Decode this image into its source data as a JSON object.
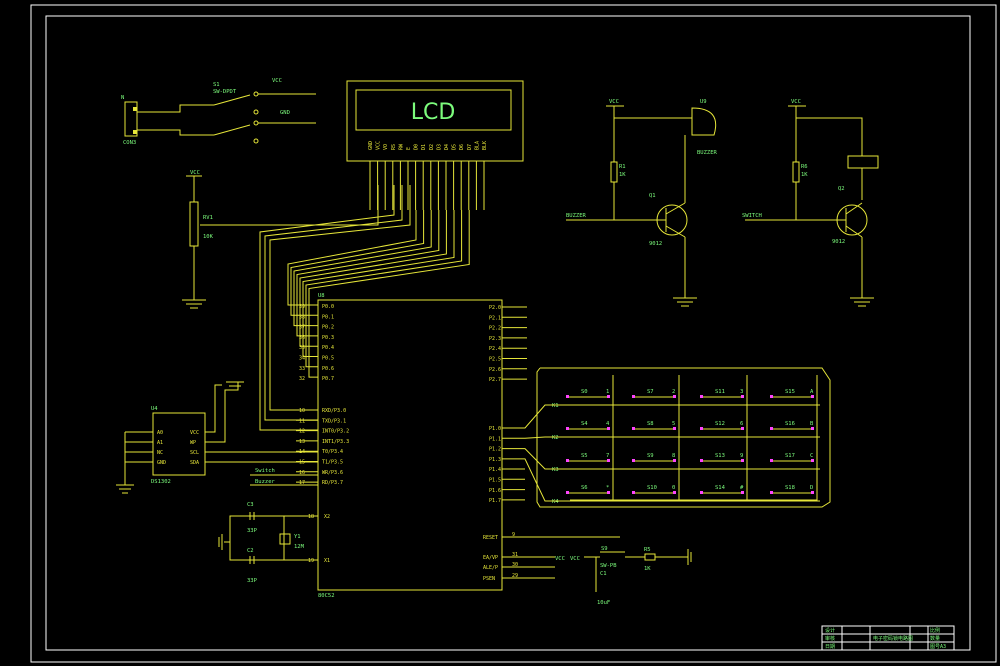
{
  "lcd": {
    "text": "LCD",
    "pins": [
      "GND",
      "VCC",
      "VO",
      "RS",
      "RW",
      "E",
      "D0",
      "D1",
      "D2",
      "D3",
      "D4",
      "D5",
      "D6",
      "D7",
      "BLA",
      "BLK"
    ]
  },
  "power": {
    "conn_ref": "N",
    "conn_name": "CON3",
    "switch_ref": "S1",
    "switch_name": "SW-DPDT",
    "vcc": "VCC",
    "gnd": "GND"
  },
  "pot": {
    "vcc": "VCC",
    "ref": "RV1",
    "value": "10K"
  },
  "mcu": {
    "ref": "U8",
    "name": "80C52",
    "p0_pins": [
      {
        "num": "39",
        "name": "P0.0"
      },
      {
        "num": "38",
        "name": "P0.1"
      },
      {
        "num": "37",
        "name": "P0.2"
      },
      {
        "num": "36",
        "name": "P0.3"
      },
      {
        "num": "35",
        "name": "P0.4"
      },
      {
        "num": "34",
        "name": "P0.5"
      },
      {
        "num": "33",
        "name": "P0.6"
      },
      {
        "num": "32",
        "name": "P0.7"
      }
    ],
    "p3_pins": [
      {
        "num": "10",
        "name": "RXD/P3.0"
      },
      {
        "num": "11",
        "name": "TXD/P3.1"
      },
      {
        "num": "12",
        "name": "INT0/P3.2"
      },
      {
        "num": "13",
        "name": "INT1/P3.3"
      },
      {
        "num": "14",
        "name": "T0/P3.4"
      },
      {
        "num": "15",
        "name": "T1/P3.5"
      },
      {
        "num": "16",
        "name": "WR/P3.6"
      },
      {
        "num": "17",
        "name": "RD/P3.7"
      }
    ],
    "p2_pins": [
      "P2.0",
      "P2.1",
      "P2.2",
      "P2.3",
      "P2.4",
      "P2.5",
      "P2.6",
      "P2.7"
    ],
    "p1_pins": [
      "P1.0",
      "P1.1",
      "P1.2",
      "P1.3",
      "P1.4",
      "P1.5",
      "P1.6",
      "P1.7"
    ],
    "xtal_pins": [
      {
        "num": "18",
        "name": "X2"
      },
      {
        "num": "19",
        "name": "X1"
      }
    ],
    "right_pins": [
      {
        "num": "9",
        "name": "RESET"
      },
      {
        "num": "31",
        "name": "EA/VP"
      },
      {
        "num": "30",
        "name": "ALE/P"
      },
      {
        "num": "29",
        "name": "PSEN"
      }
    ],
    "net_labels": [
      "Switch",
      "Buzzer"
    ]
  },
  "rtc": {
    "ref": "U4",
    "name": "DS1302",
    "left_pins": [
      "A0",
      "A1",
      "NC",
      "GND"
    ],
    "right_pins": [
      "VCC",
      "WP",
      "SCL",
      "SDA"
    ]
  },
  "crystal": {
    "c3": "C3",
    "c3_val": "33P",
    "c2": "C2",
    "c2_val": "33P",
    "y1": "Y1",
    "y1_val": "12M"
  },
  "reset": {
    "vcc": "VCC",
    "sw": "S9",
    "sw_name": "SW-PB",
    "r": "R5",
    "r_val": "1K",
    "c": "C1",
    "c_val": "10uF"
  },
  "buzzer": {
    "vcc": "VCC",
    "buzz_ref": "U9",
    "buzz_name": "BUZZER",
    "r": "R1",
    "r_val": "1K",
    "q": "Q1",
    "q_name": "9012",
    "net": "BUZZER"
  },
  "relay": {
    "vcc": "VCC",
    "r": "R6",
    "r_val": "1K",
    "q": "Q2",
    "q_name": "9012",
    "net": "SWITCH"
  },
  "keypad": {
    "rows": [
      "K1",
      "K2",
      "K3",
      "K4"
    ],
    "keys": [
      [
        {
          "ref": "S0",
          "lbl": "1"
        },
        {
          "ref": "S7",
          "lbl": "2"
        },
        {
          "ref": "S11",
          "lbl": "3"
        },
        {
          "ref": "S15",
          "lbl": "A"
        }
      ],
      [
        {
          "ref": "S4",
          "lbl": "4"
        },
        {
          "ref": "S8",
          "lbl": "5"
        },
        {
          "ref": "S12",
          "lbl": "6"
        },
        {
          "ref": "S16",
          "lbl": "B"
        }
      ],
      [
        {
          "ref": "S5",
          "lbl": "7"
        },
        {
          "ref": "S9",
          "lbl": "8"
        },
        {
          "ref": "S13",
          "lbl": "9"
        },
        {
          "ref": "S17",
          "lbl": "C"
        }
      ],
      [
        {
          "ref": "S6",
          "lbl": "*"
        },
        {
          "ref": "S10",
          "lbl": "0"
        },
        {
          "ref": "S14",
          "lbl": "#"
        },
        {
          "ref": "S18",
          "lbl": "D"
        }
      ]
    ]
  },
  "title_block": {
    "r1": [
      "设计",
      "",
      "",
      "比例"
    ],
    "r2": [
      "审核",
      "",
      "电子密码锁电路图",
      "数量"
    ],
    "r3": [
      "日期",
      "",
      "",
      "图号"
    ],
    "sheet": "A3"
  }
}
